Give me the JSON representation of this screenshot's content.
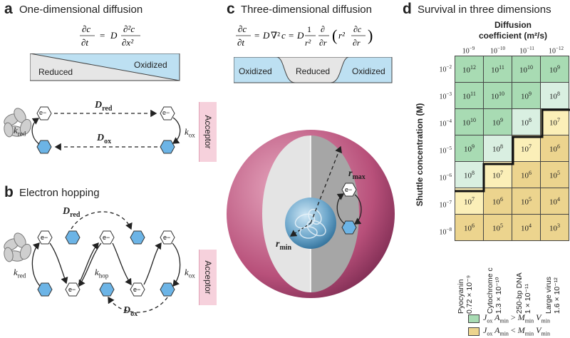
{
  "panel_a": {
    "letter": "a",
    "title": "One-dimensional diffusion",
    "gradient_left": "Reduced",
    "gradient_right": "Oxidized",
    "d_red": "D",
    "d_red_sub": "red",
    "d_ox": "D",
    "d_ox_sub": "ox",
    "k_red": "k",
    "k_red_sub": "red",
    "k_ox": "k",
    "k_ox_sub": "ox",
    "electron": "e−",
    "acceptor": "Acceptor"
  },
  "panel_b": {
    "letter": "b",
    "title": "Electron hopping",
    "d_red": "D",
    "d_red_sub": "red",
    "d_ox": "D",
    "d_ox_sub": "ox",
    "k_red": "k",
    "k_red_sub": "red",
    "k_hop": "k",
    "k_hop_sub": "hop",
    "k_ox": "k",
    "k_ox_sub": "ox",
    "acceptor": "Acceptor"
  },
  "panel_c": {
    "letter": "c",
    "title": "Three-dimensional diffusion",
    "left": "Oxidized",
    "middle": "Reduced",
    "right": "Oxidized",
    "r_max": "r",
    "r_max_sub": "max",
    "r_min": "r",
    "r_min_sub": "min"
  },
  "panel_d": {
    "letter": "d",
    "title": "Survival in three dimensions",
    "col_header_1": "Diffusion",
    "col_header_2": "coefficient (m²/s)",
    "row_header": "Shuttle concentration (M)",
    "col_exponents": [
      "−9",
      "−10",
      "−11",
      "−12"
    ],
    "row_exponents": [
      "−2",
      "−3",
      "−4",
      "−5",
      "−6",
      "−7",
      "−8"
    ],
    "cell_exponents": [
      [
        "12",
        "11",
        "10",
        "9"
      ],
      [
        "11",
        "10",
        "9",
        "8"
      ],
      [
        "10",
        "9",
        "8",
        "7"
      ],
      [
        "9",
        "8",
        "7",
        "6"
      ],
      [
        "8",
        "7",
        "6",
        "5"
      ],
      [
        "7",
        "6",
        "5",
        "4"
      ],
      [
        "6",
        "5",
        "4",
        "3"
      ]
    ],
    "cell_state": [
      [
        "g",
        "g",
        "g",
        "g"
      ],
      [
        "g",
        "g",
        "g",
        "lg"
      ],
      [
        "g",
        "g",
        "lg",
        "ly"
      ],
      [
        "g",
        "lg",
        "ly",
        "y"
      ],
      [
        "lg",
        "ly",
        "y",
        "y"
      ],
      [
        "ly",
        "y",
        "y",
        "y"
      ],
      [
        "y",
        "y",
        "y",
        "y"
      ]
    ],
    "shuttles": [
      {
        "name": "Pyocyanin",
        "value": "0.72 × 10⁻⁹"
      },
      {
        "name": "Cytochrome c",
        "value": "1.3 × 10⁻¹⁰"
      },
      {
        "name": "250-bp DNA",
        "value": "1 × 10⁻¹¹"
      },
      {
        "name": "Large virus",
        "value": "1.6 × 10⁻¹²"
      }
    ],
    "legend": [
      {
        "color": "#a8dbb3",
        "lhs": "J",
        "lhs_sub": "ox",
        "lhs2": "A",
        "lhs2_sub": "min",
        "op": ">",
        "rhs": "M",
        "rhs_sub": "min",
        "rhs2": "V",
        "rhs2_sub": "min"
      },
      {
        "color": "#ecd48e",
        "lhs": "J",
        "lhs_sub": "ox",
        "lhs2": "A",
        "lhs2_sub": "min",
        "op": "<",
        "rhs": "M",
        "rhs_sub": "min",
        "rhs2": "V",
        "rhs2_sub": "min"
      }
    ],
    "colors": {
      "g": "#a8dbb3",
      "lg": "#d9efe1",
      "ly": "#fbefb8",
      "y": "#ecd48e"
    }
  }
}
